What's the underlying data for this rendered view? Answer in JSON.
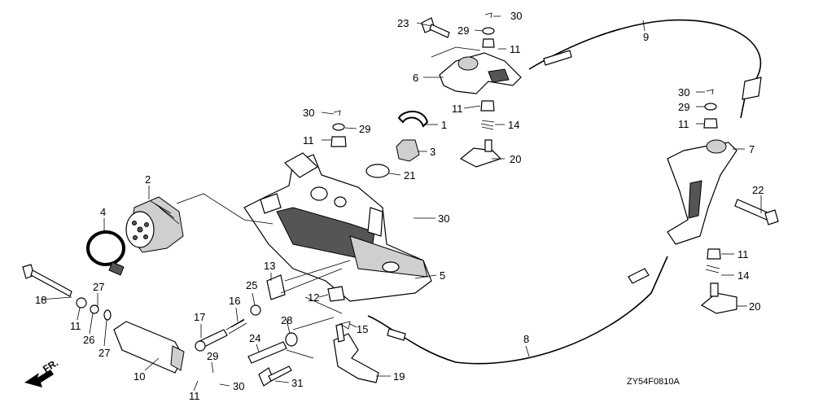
{
  "diagram": {
    "code": "ZY54F0810A",
    "direction_label": "FR.",
    "callouts": {
      "c23": "23",
      "c29a": "29",
      "c30a": "30",
      "c11a": "11",
      "c6": "6",
      "c9": "9",
      "c11b": "11",
      "c14a": "14",
      "c20a": "20",
      "c30b": "30",
      "c11c": "11",
      "c29b": "29",
      "c1": "1",
      "c3": "3",
      "c21": "21",
      "c2": "2",
      "c4": "4",
      "c30c": "30",
      "c30d": "30",
      "c29c": "29",
      "c11d": "11",
      "c7": "7",
      "c22": "22",
      "c11e": "11",
      "c14b": "14",
      "c20b": "20",
      "c13": "13",
      "c25": "25",
      "c16": "16",
      "c17": "17",
      "c12": "12",
      "c5": "5",
      "c18": "18",
      "c27a": "27",
      "c11f": "11",
      "c26": "26",
      "c27b": "27",
      "c28": "28",
      "c15": "15",
      "c24": "24",
      "c29d": "29",
      "c10": "10",
      "c11g": "11",
      "c30e": "30",
      "c31": "31",
      "c19": "19",
      "c8": "8"
    }
  }
}
